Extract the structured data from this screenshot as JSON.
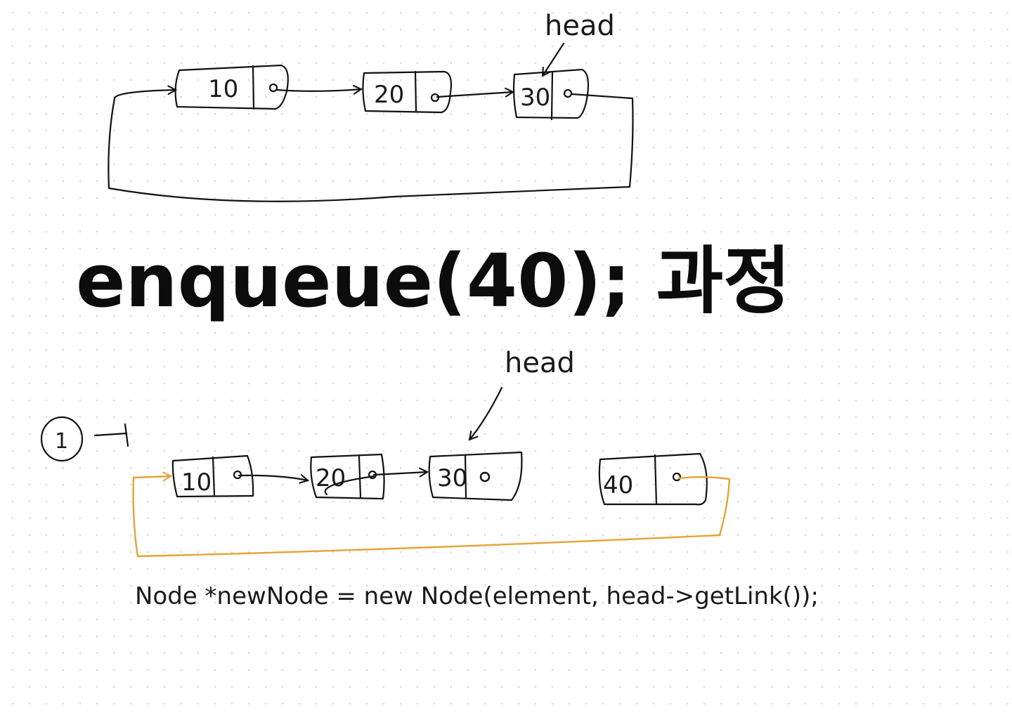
{
  "top_list": {
    "nodes": [
      {
        "value": "10"
      },
      {
        "value": "20"
      },
      {
        "value": "30"
      }
    ],
    "head_label": "head"
  },
  "title": "enqueue(40); 과정",
  "bottom_list": {
    "step_label": "1",
    "nodes": [
      {
        "value": "10"
      },
      {
        "value": "20"
      },
      {
        "value": "30"
      },
      {
        "value": "40"
      }
    ],
    "head_label": "head",
    "new_link_color": "#e3a436"
  },
  "code_line": "Node *newNode = new Node(element, head->getLink());"
}
